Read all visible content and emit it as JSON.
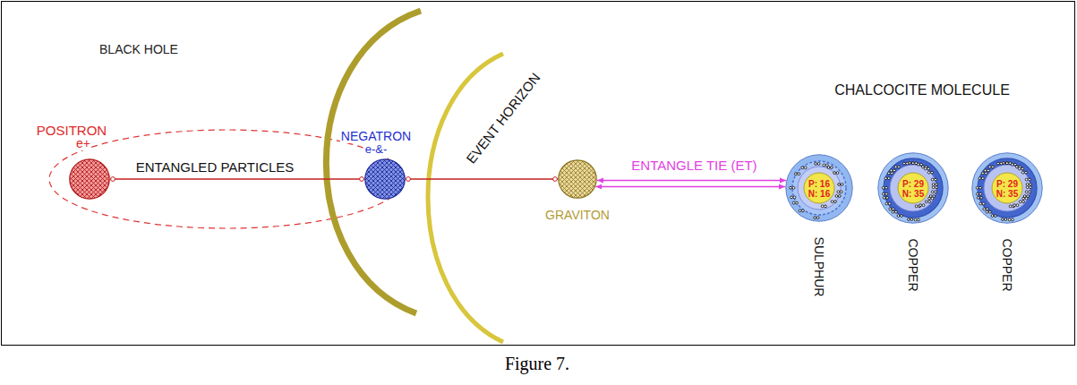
{
  "diagram": {
    "caption": "Figure 7.",
    "nodes": [
      {
        "text": [
          "POSITRON",
          "e+"
        ]
      },
      {
        "text": [
          "NEGATRON",
          "e-&-"
        ]
      },
      {
        "text": [
          "GRAVITON"
        ]
      },
      {
        "text": [
          "SULPHUR"
        ]
      },
      {
        "text": [
          "P: 16",
          "N: 16"
        ],
        "in": 3
      },
      {
        "text": [
          "COPPER"
        ]
      },
      {
        "text": [
          "P: 29",
          "N: 35"
        ],
        "in": 5
      },
      {
        "text": [
          "COPPER"
        ]
      },
      {
        "text": [
          "P: 29",
          "N: 35"
        ],
        "in": 7
      }
    ],
    "edges": [
      {
        "from": 0,
        "to": 1,
        "arrow": "none",
        "label": "ENTANGLED PARTICLES"
      },
      {
        "from": 1,
        "to": 2,
        "arrow": "none"
      },
      {
        "from": 2,
        "to": 3,
        "arrow": "both",
        "label": "ENTANGLE TIE (ET)"
      },
      {
        "from": 2,
        "to": 3,
        "arrow": "both"
      }
    ],
    "labels": [
      "BLACK HOLE",
      "EVENT HORIZON",
      "CHALCOCITE MOLECULE"
    ]
  }
}
